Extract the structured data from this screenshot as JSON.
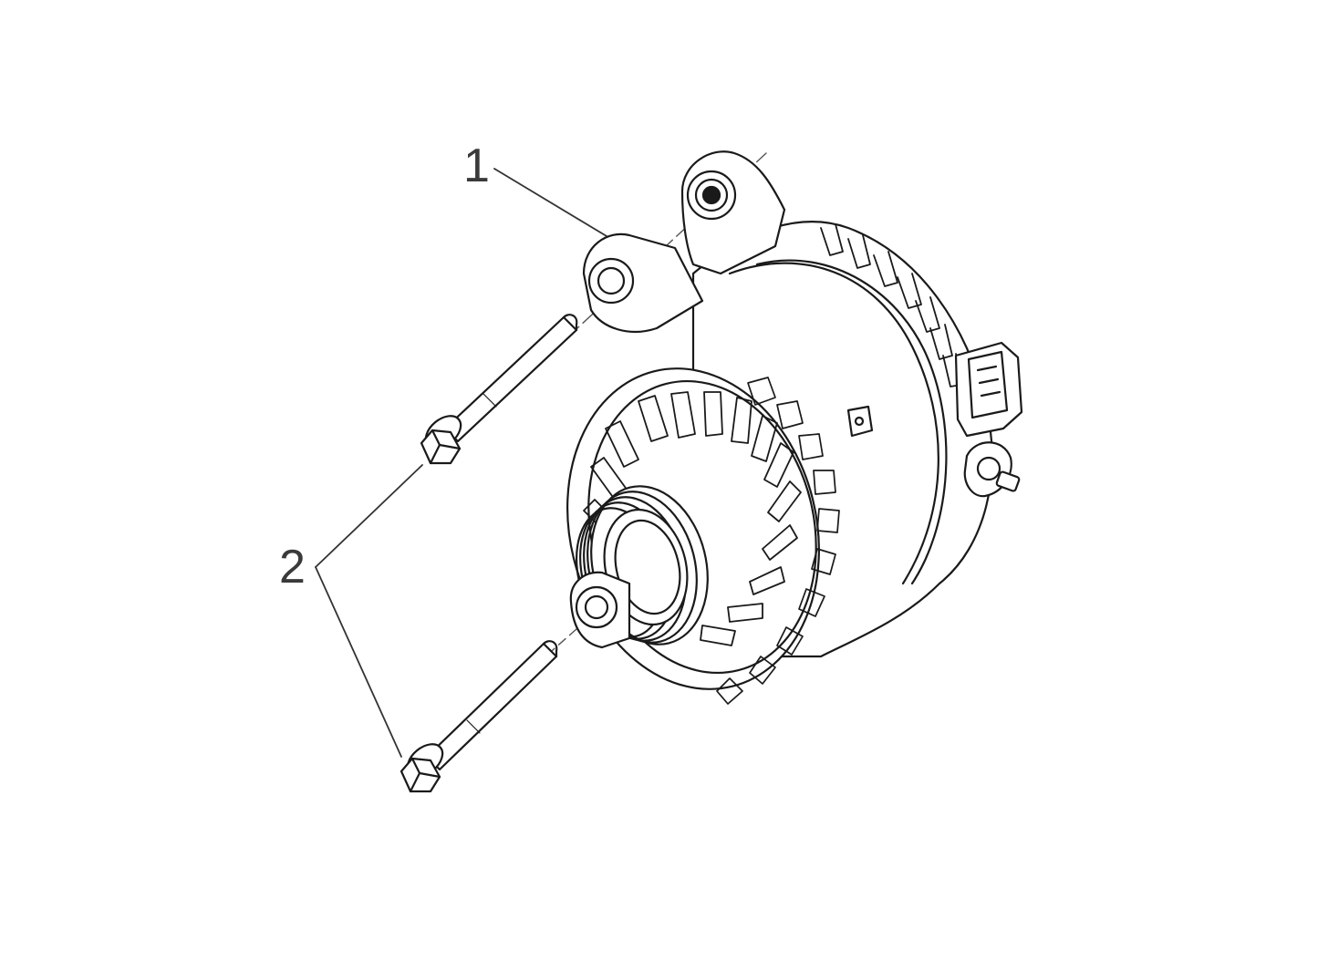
{
  "callouts": [
    {
      "number": "1"
    },
    {
      "number": "2"
    }
  ],
  "colors": {
    "line": "#1a1a1a",
    "leader": "#333333",
    "label": "#3a3a3a",
    "background": "#ffffff"
  },
  "icons": [
    "alternator-assembly",
    "mounting-bolt",
    "mounting-bolt"
  ]
}
